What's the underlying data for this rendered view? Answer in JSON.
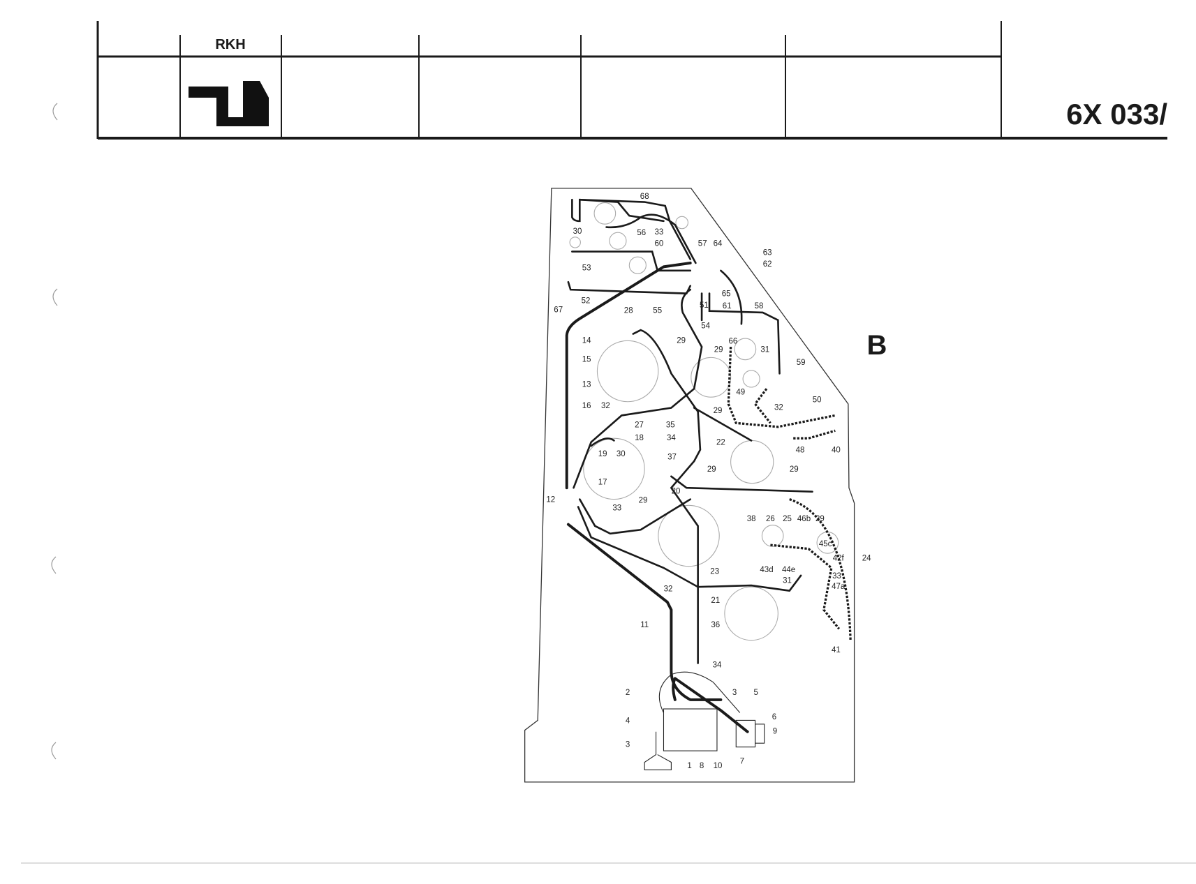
{
  "title_block": {
    "revision_code": "RKH",
    "drawing_number": "6X 033/"
  },
  "view_label": "B",
  "part_labels": [
    "68",
    "30",
    "56",
    "33",
    "60",
    "57",
    "64",
    "63",
    "62",
    "53",
    "65",
    "52",
    "51",
    "61",
    "58",
    "67",
    "28",
    "55",
    "54",
    "66",
    "14",
    "29",
    "29",
    "31",
    "15",
    "59",
    "13",
    "49",
    "50",
    "16",
    "32",
    "29",
    "32",
    "27",
    "35",
    "18",
    "34",
    "22",
    "48",
    "40",
    "19",
    "30",
    "37",
    "29",
    "29",
    "17",
    "20",
    "12",
    "33",
    "29",
    "38",
    "26",
    "25",
    "46b",
    "29",
    "45c",
    "42f",
    "24",
    "43d",
    "44e",
    "33",
    "23",
    "31",
    "47a",
    "32",
    "21",
    "11",
    "36",
    "41",
    "34",
    "2",
    "3",
    "5",
    "6",
    "4",
    "9",
    "3",
    "1",
    "8",
    "10",
    "7"
  ]
}
